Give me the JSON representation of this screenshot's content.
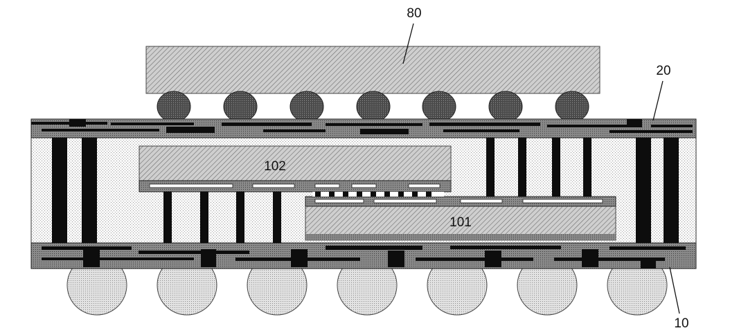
{
  "labels": {
    "top_die": "80",
    "package_edge": "20",
    "die_upper": "102",
    "die_lower": "101",
    "bottom_substrate": "10"
  },
  "component_count": {
    "top_microbumps": 7,
    "bottom_solder_balls": 7
  },
  "colors": {
    "hatch_fill": "#bdbdbd",
    "mold_stipple": "#f7f7f7",
    "metal": "#0d0d0d",
    "bump": "#555555",
    "ball": "#d9d9d9",
    "line": "#111111"
  }
}
